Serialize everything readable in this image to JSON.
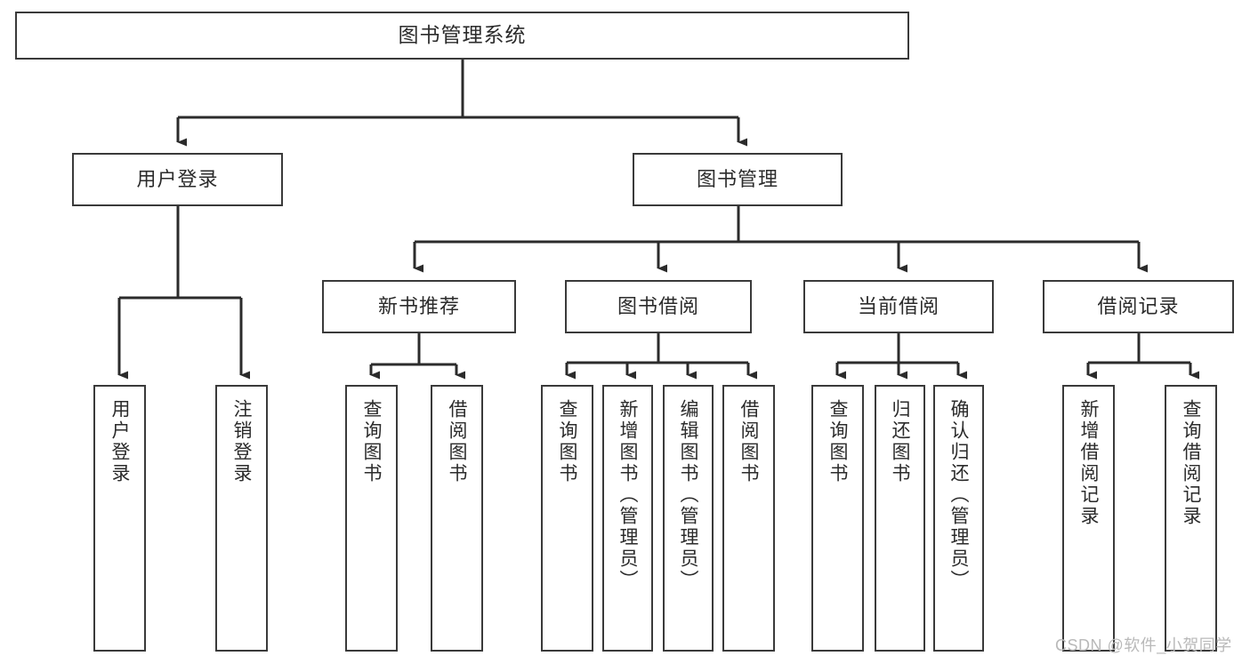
{
  "diagram": {
    "title": "图书管理系统",
    "type": "hierarchy-tree",
    "watermark": "CSDN @软件_小贺同学",
    "colors": {
      "box_border": "#3a3a3a",
      "box_fill": "#ffffff",
      "connector": "#2b2b2b",
      "text": "#2b2b2b",
      "watermark": "#b9b9b9",
      "background": "#ffffff"
    },
    "levels": {
      "root": {
        "label": "图书管理系统"
      },
      "level2": [
        {
          "label": "用户登录"
        },
        {
          "label": "图书管理"
        }
      ],
      "level3": [
        {
          "label": "新书推荐"
        },
        {
          "label": "图书借阅"
        },
        {
          "label": "当前借阅"
        },
        {
          "label": "借阅记录"
        }
      ],
      "leaves": {
        "user_login": [
          {
            "label": "用户登录"
          },
          {
            "label": "注销登录"
          }
        ],
        "new_book_recommend": [
          {
            "label": "查询图书"
          },
          {
            "label": "借阅图书"
          }
        ],
        "book_borrow": [
          {
            "label": "查询图书"
          },
          {
            "label": "新增图书（管理员）"
          },
          {
            "label": "编辑图书（管理员）"
          },
          {
            "label": "借阅图书"
          }
        ],
        "current_borrow": [
          {
            "label": "查询图书"
          },
          {
            "label": "归还图书"
          },
          {
            "label": "确认归还（管理员）"
          }
        ],
        "borrow_record": [
          {
            "label": "新增借阅记录"
          },
          {
            "label": "查询借阅记录"
          }
        ]
      }
    }
  }
}
